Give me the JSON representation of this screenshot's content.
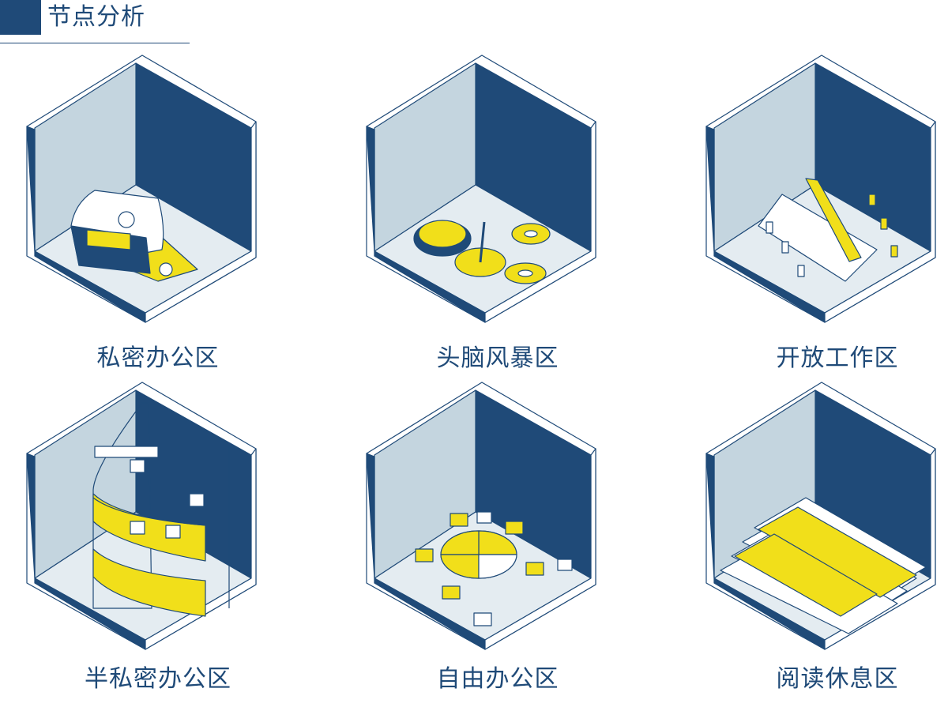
{
  "header": {
    "title": "节点分析"
  },
  "colors": {
    "navy": "#1f4a78",
    "light_wall": "#c4d5df",
    "floor": "#e4ecf1",
    "yellow": "#f1df1a",
    "white": "#ffffff"
  },
  "nodes": [
    {
      "label": "私密办公区",
      "icon": "private-office"
    },
    {
      "label": "头脑风暴区",
      "icon": "brainstorm-area"
    },
    {
      "label": "开放工作区",
      "icon": "open-work-area"
    },
    {
      "label": "半私密办公区",
      "icon": "semi-private-office"
    },
    {
      "label": "自由办公区",
      "icon": "free-office"
    },
    {
      "label": "阅读休息区",
      "icon": "reading-rest-area"
    }
  ]
}
